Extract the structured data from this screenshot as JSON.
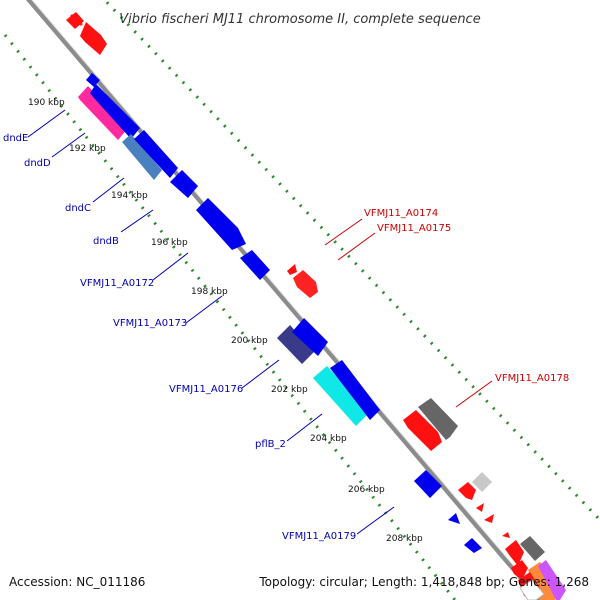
{
  "title": "Vibrio fischeri MJ11 chromosome II, complete sequence",
  "footer": {
    "accession": "Accession: NC_011186",
    "summary": "Topology: circular; Length: 1,418,848 bp; Genes: 1,268"
  },
  "colors": {
    "backbone": "#8c8c8c",
    "tick_dots": "#2a8a2a",
    "forward_label": "#cc0000",
    "reverse_label": "#0000b0"
  },
  "ticks": [
    "190 kbp",
    "192 kbp",
    "194 kbp",
    "196 kbp",
    "198 kbp",
    "200 kbp",
    "202 kbp",
    "204 kbp",
    "206 kbp",
    "208 kbp"
  ],
  "reverse_labels": [
    "dndE",
    "dndD",
    "dndC",
    "dndB",
    "VFMJ11_A0172",
    "VFMJ11_A0173",
    "VFMJ11_A0176",
    "pflB_2",
    "VFMJ11_A0179"
  ],
  "forward_labels": [
    "VFMJ11_A0174",
    "VFMJ11_A0175",
    "VFMJ11_A0178"
  ]
}
